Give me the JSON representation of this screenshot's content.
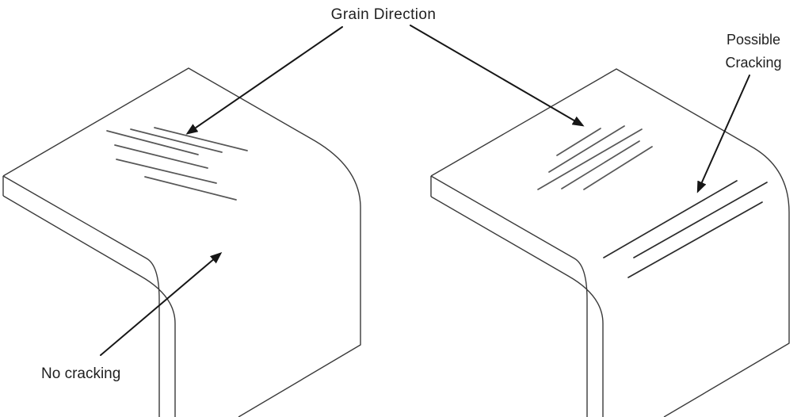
{
  "labels": {
    "title": "Grain Direction",
    "left_result": "No cracking",
    "right_result_line1": "Possible",
    "right_result_line2": "Cracking"
  },
  "icons": {
    "arrowheads": "solid-triangle-arrowhead"
  },
  "colors": {
    "background": "#ffffff",
    "sheet_outline": "#3a3a3a",
    "grain_lines": "#575757",
    "crack_lines": "#2b2b2b",
    "arrows": "#161616",
    "text": "#1f1f1f"
  }
}
